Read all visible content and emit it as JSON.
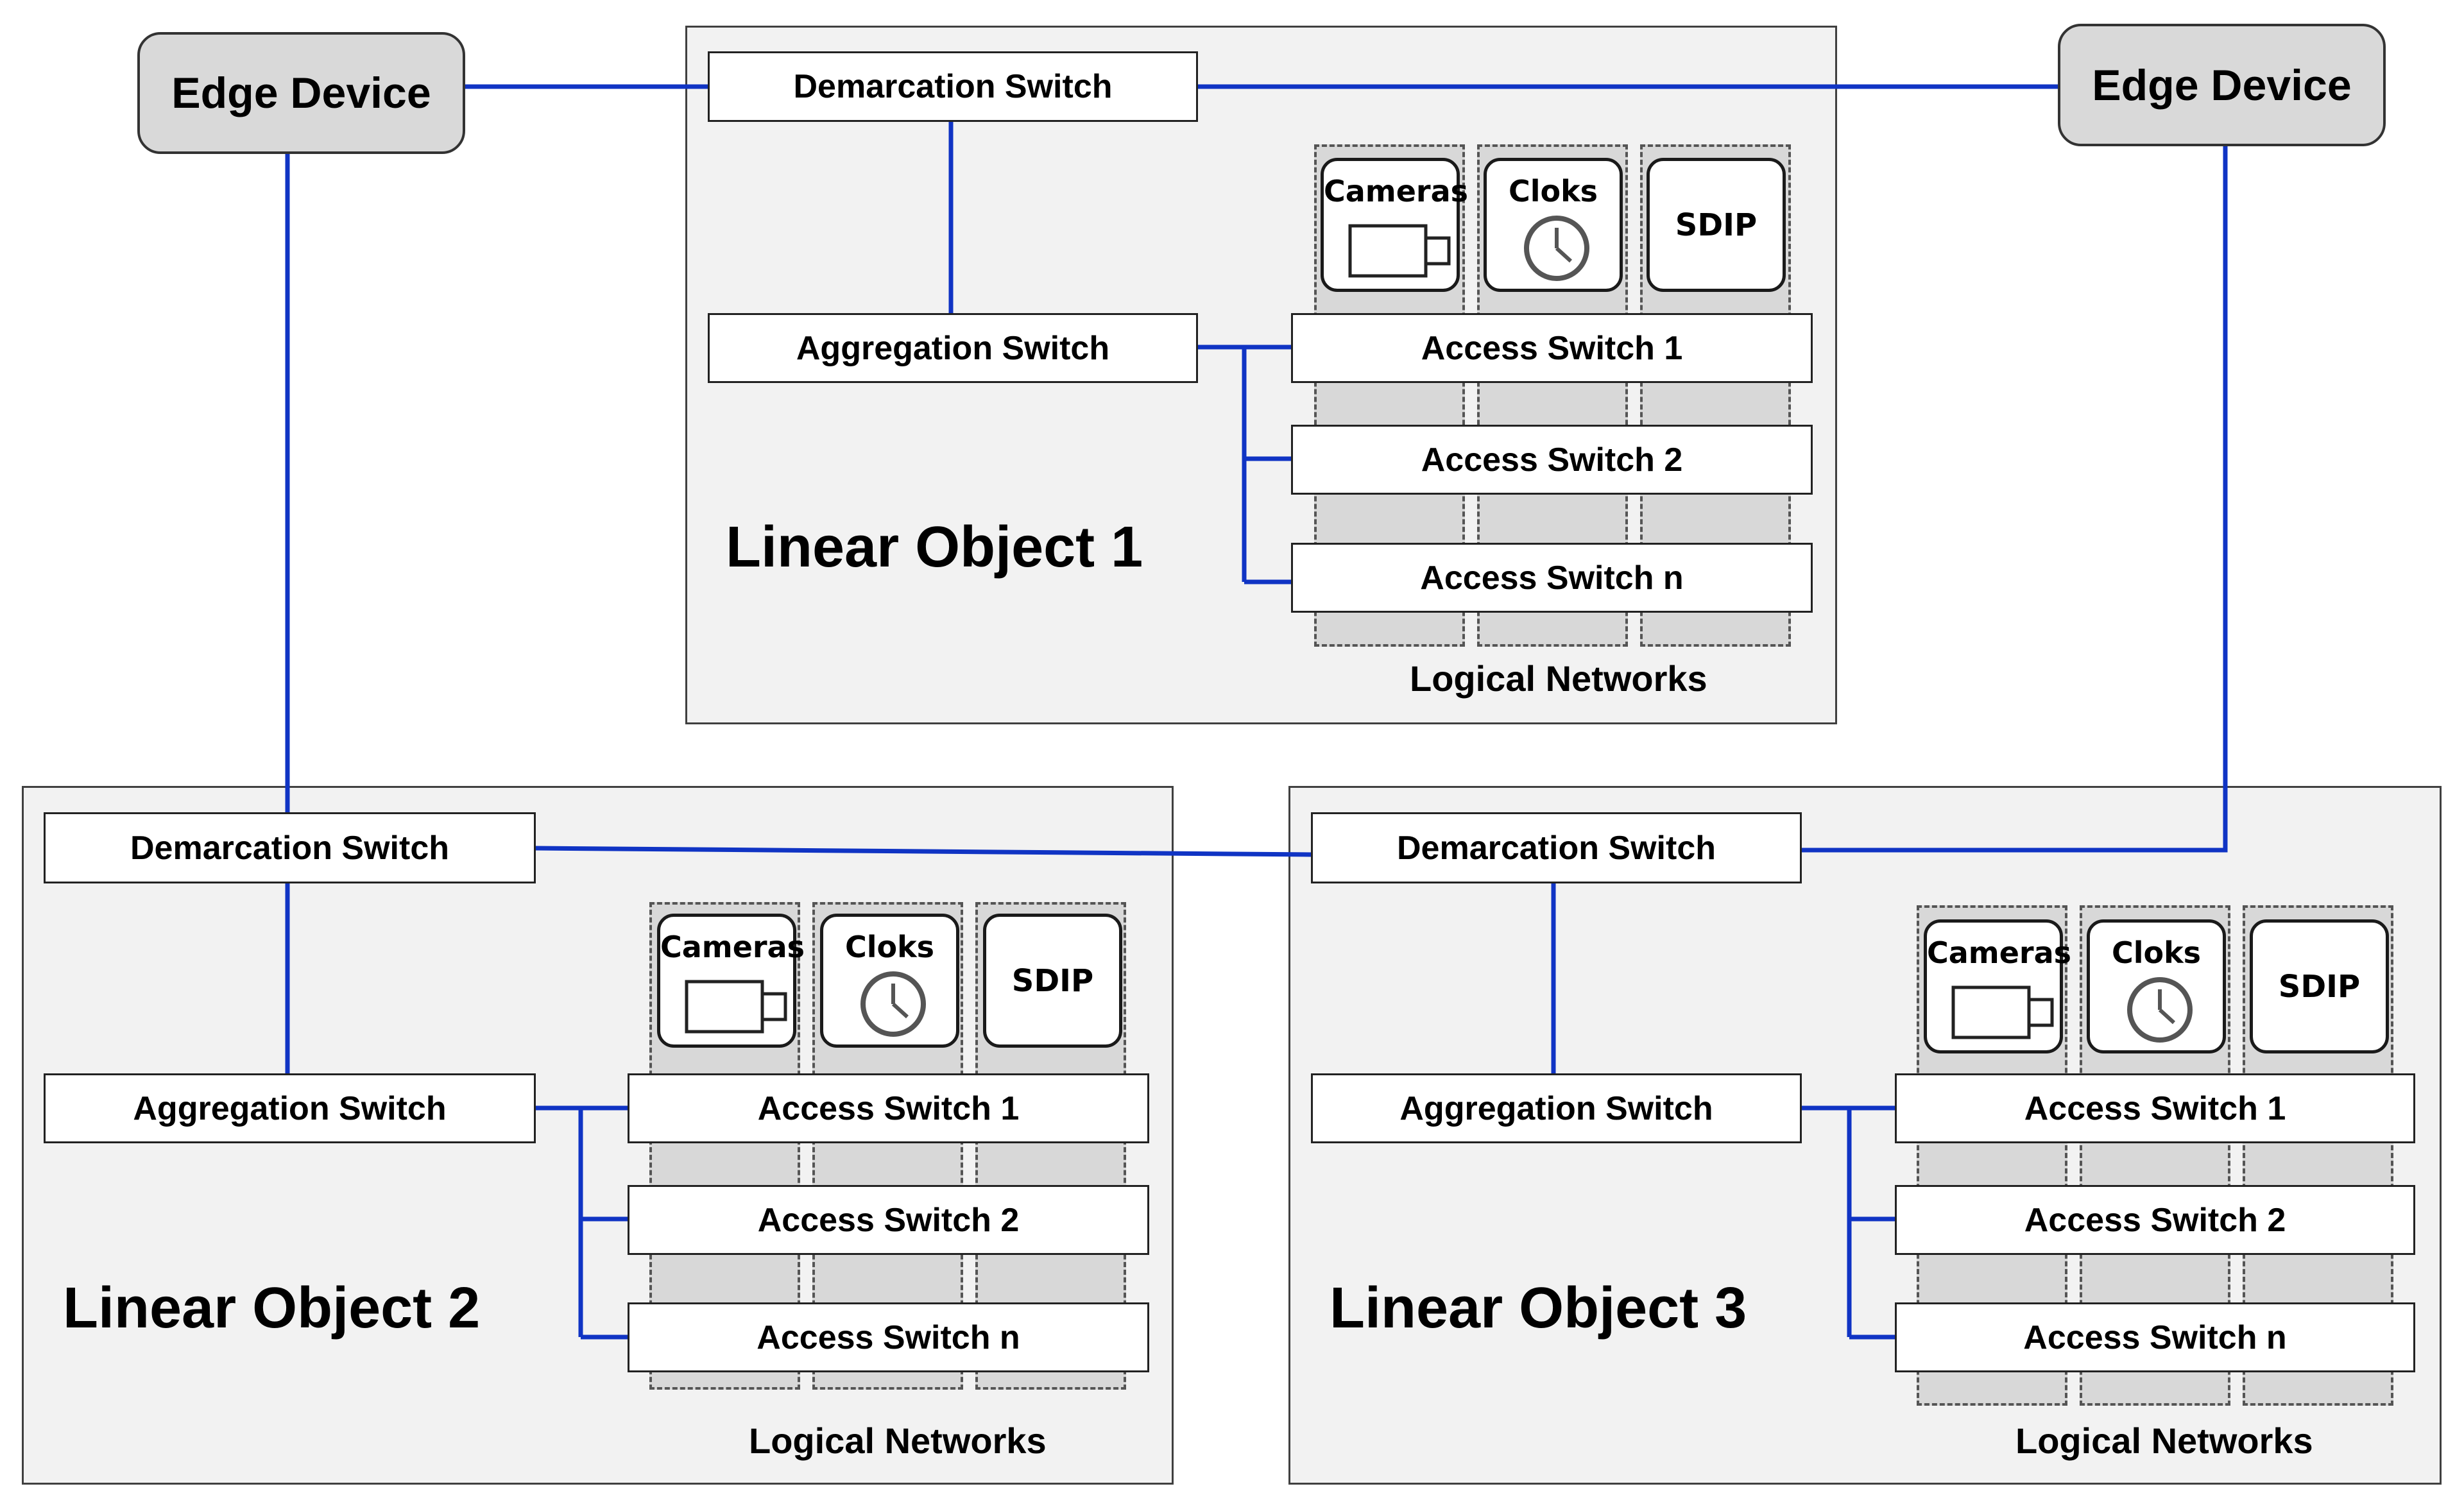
{
  "edge_devices": {
    "left": {
      "label": "Edge Device"
    },
    "right": {
      "label": "Edge Device"
    }
  },
  "regions": [
    {
      "title": "Linear Object 1",
      "demarcation": "Demarcation Switch",
      "aggregation": "Aggregation Switch",
      "access_switches": [
        "Access Switch 1",
        "Access Switch 2",
        "Access Switch n"
      ],
      "logical_networks_label": "Logical Networks",
      "devices": [
        {
          "label": "Cameras",
          "icon": "camera-icon"
        },
        {
          "label": "Cloks",
          "icon": "clock-icon"
        },
        {
          "label": "SDIP",
          "icon": ""
        }
      ]
    },
    {
      "title": "Linear Object 2",
      "demarcation": "Demarcation Switch",
      "aggregation": "Aggregation Switch",
      "access_switches": [
        "Access Switch 1",
        "Access Switch 2",
        "Access Switch n"
      ],
      "logical_networks_label": "Logical Networks",
      "devices": [
        {
          "label": "Cameras",
          "icon": "camera-icon"
        },
        {
          "label": "Cloks",
          "icon": "clock-icon"
        },
        {
          "label": "SDIP",
          "icon": ""
        }
      ]
    },
    {
      "title": "Linear Object 3",
      "demarcation": "Demarcation Switch",
      "aggregation": "Aggregation Switch",
      "access_switches": [
        "Access Switch 1",
        "Access Switch 2",
        "Access Switch n"
      ],
      "logical_networks_label": "Logical Networks",
      "devices": [
        {
          "label": "Cameras",
          "icon": "camera-icon"
        },
        {
          "label": "Cloks",
          "icon": "clock-icon"
        },
        {
          "label": "SDIP",
          "icon": ""
        }
      ]
    }
  ],
  "colors": {
    "link": "#1034c4",
    "region_fill": "#f2f2f2",
    "logical_network_fill": "#d8d8d8",
    "edge_device_fill": "#d9d9d9"
  }
}
